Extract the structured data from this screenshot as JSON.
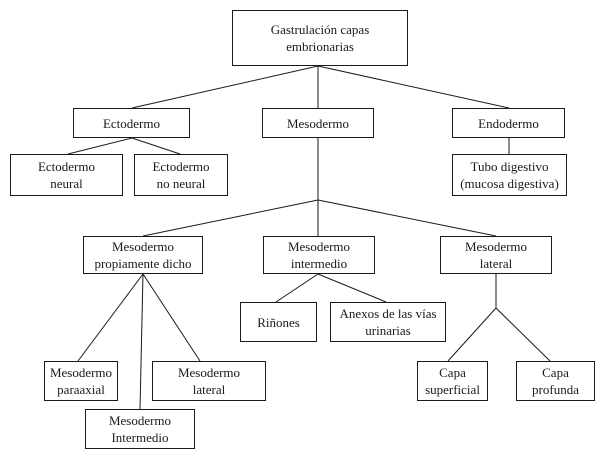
{
  "nodes": {
    "root": [
      "Gastrulación capas",
      "embrionarias"
    ],
    "ectodermo": [
      "Ectodermo"
    ],
    "mesodermo": [
      "Mesodermo"
    ],
    "endodermo": [
      "Endodermo"
    ],
    "ecto_neural": [
      "Ectodermo",
      "neural"
    ],
    "ecto_no_neural": [
      "Ectodermo",
      "no neural"
    ],
    "tubo_digestivo": [
      "Tubo digestivo",
      "(mucosa digestiva)"
    ],
    "meso_propiamente": [
      "Mesodermo",
      "propiamente dicho"
    ],
    "meso_intermedio": [
      "Mesodermo",
      "intermedio"
    ],
    "meso_lateral": [
      "Mesodermo",
      "lateral"
    ],
    "rinones": [
      "Riñones"
    ],
    "anexos": [
      "Anexos de las vías",
      "urinarias"
    ],
    "paraaxial": [
      "Mesodermo",
      "paraaxial"
    ],
    "lateral2": [
      "Mesodermo",
      "lateral"
    ],
    "intermedio2": [
      "Mesodermo",
      "Intermedio"
    ],
    "capa_superficial": [
      "Capa",
      "superficial"
    ],
    "capa_profunda": [
      "Capa",
      "profunda"
    ]
  }
}
